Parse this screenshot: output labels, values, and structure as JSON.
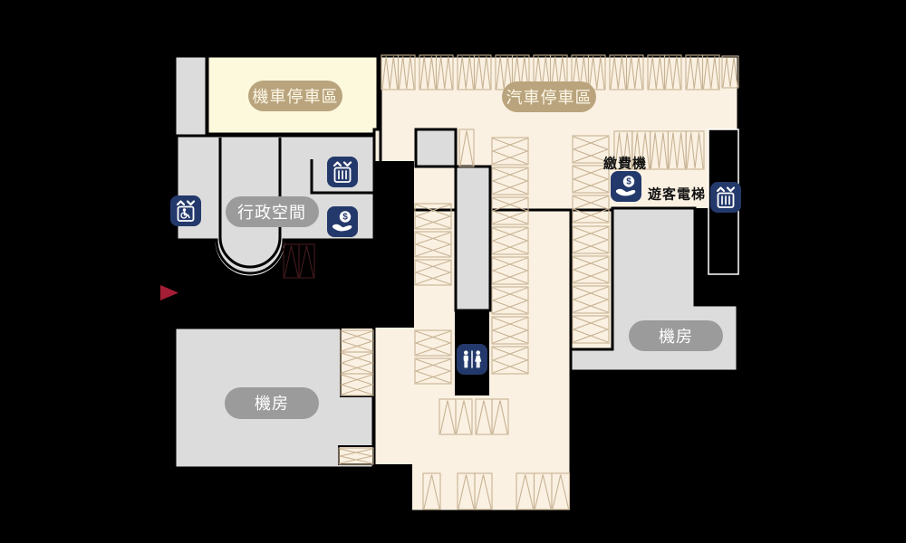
{
  "map": {
    "areas": {
      "motorcycle_parking": {
        "label": "機車停車區"
      },
      "car_parking": {
        "label": "汽車停車區"
      },
      "admin_space": {
        "label": "行政空間"
      },
      "machine_room_left": {
        "label": "機房"
      },
      "machine_room_right": {
        "label": "機房"
      }
    },
    "annotations": {
      "payment_machine": {
        "label": "繳費機"
      },
      "visitor_elevator": {
        "label": "遊客電梯"
      }
    },
    "icons": {
      "accessible_elevator": "accessible-elevator-icon",
      "admin_elevator": "elevator-icon",
      "admin_payment": "payment-icon",
      "carpark_payment": "payment-icon",
      "visitor_elevator": "elevator-icon",
      "restroom": "restroom-icon"
    },
    "colors": {
      "background": "#000000",
      "car_floor": "#fbf1e2",
      "motorcycle_floor": "#fcf9dd",
      "room_gray": "#dcdcdc",
      "stall_line": "#c7b394",
      "dark_stall_line": "#451a1d",
      "icon_blue": "#24396b",
      "pill_tan": "#b9a47d",
      "pill_gray": "#9b9b9b",
      "entrance_arrow": "#a51e35"
    }
  }
}
